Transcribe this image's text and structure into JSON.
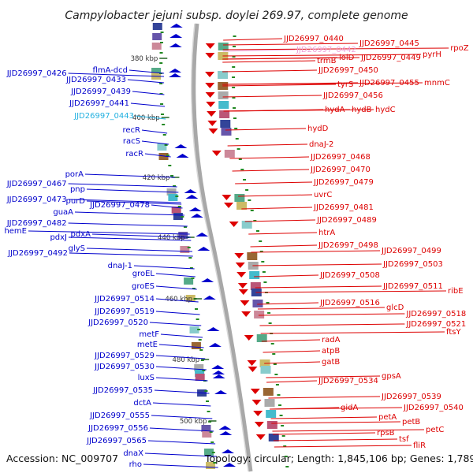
{
  "title": "Campylobacter jejuni subsp. doylei 269.97, complete genome",
  "accession": "Accession: NC_009707",
  "topology": "Topology: circular; Length: 1,845,106 bp; Genes: 1,789",
  "colors": {
    "forward": "#0000cc",
    "reverse": "#dd0000",
    "highlight_forward": "#22b0e0",
    "highlight_reverse": "#f0a0d8",
    "backbone": "#888888"
  },
  "kbp_ticks": [
    "380 kbp",
    "400 kbp",
    "420 kbp",
    "440 kbp",
    "460 kbp",
    "480 kbp",
    "500 kbp"
  ],
  "left_labels": [
    "flmA-dcd",
    "JJD26997_0426",
    "JJD26997_0433",
    "JJD26997_0439",
    "JJD26997_0441",
    "JJD26997_0443",
    "recR",
    "racS",
    "racR",
    "porA",
    "JJD26997_0467",
    "pnp",
    "purD",
    "JJD26997_0473",
    "JJD26997_0478",
    "guaA",
    "JJD26997_0482",
    "hemE",
    "pdxA",
    "pdxJ",
    "glyS",
    "JJD26997_0492",
    "dnaJ-1",
    "groEL",
    "groES",
    "JJD26997_0514",
    "JJD26997_0519",
    "JJD26997_0520",
    "metF",
    "metE",
    "JJD26997_0529",
    "JJD26997_0530",
    "luxS",
    "JJD26997_0535",
    "dctA",
    "JJD26997_0555",
    "JJD26997_0556",
    "JJD26997_0565",
    "dnaX",
    "rho"
  ],
  "right_labels": [
    "JJD26997_0440",
    "JJD26997_0445",
    "JJD26997_0442",
    "rpoZ",
    "pyrH",
    "trmB",
    "lolD",
    "JJD26997_0449",
    "JJD26997_0450",
    "tyrS",
    "JJD26997_0455",
    "mnmC",
    "JJD26997_0456",
    "hydA",
    "hydB",
    "hydC",
    "hydD",
    "dnaJ-2",
    "JJD26997_0468",
    "JJD26997_0470",
    "JJD26997_0479",
    "uvrC",
    "JJD26997_0481",
    "JJD26997_0489",
    "htrA",
    "JJD26997_0498",
    "JJD26997_0499",
    "JJD26997_0503",
    "JJD26997_0508",
    "JJD26997_0511",
    "ribE",
    "JJD26997_0516",
    "glcD",
    "JJD26997_0518",
    "JJD26997_0521",
    "ftsY",
    "radA",
    "atpB",
    "gatB",
    "gpsA",
    "JJD26997_0534",
    "JJD26997_0539",
    "gidA",
    "JJD26997_0540",
    "petA",
    "petB",
    "petC",
    "rpsB",
    "tsf",
    "fliR"
  ]
}
